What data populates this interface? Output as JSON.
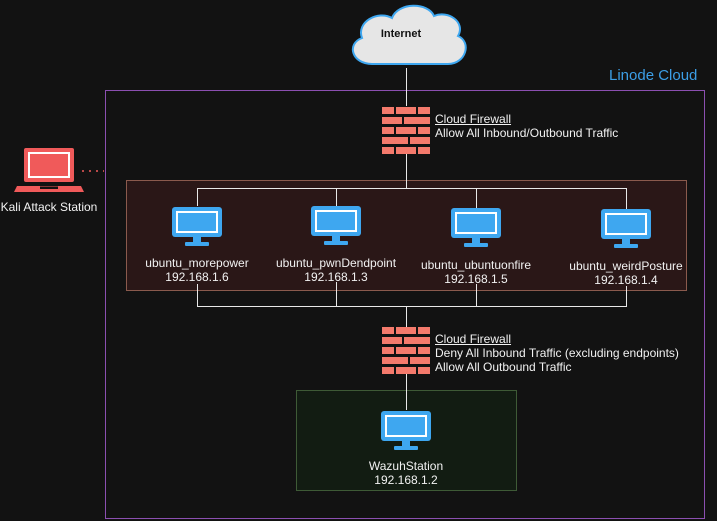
{
  "internet": {
    "label": "Internet"
  },
  "region": {
    "label": "Linode Cloud"
  },
  "attacker": {
    "label": "Kali Attack Station"
  },
  "firewall_top": {
    "title": "Cloud Firewall",
    "rules": [
      "Allow All Inbound/Outbound Traffic"
    ]
  },
  "firewall_bottom": {
    "title": "Cloud Firewall",
    "rules": [
      "Deny All Inbound Traffic (excluding endpoints)",
      "Allow All Outbound Traffic"
    ]
  },
  "endpoints": [
    {
      "name": "ubuntu_morepower",
      "ip": "192.168.1.6"
    },
    {
      "name": "ubuntu_pwnDendpoint",
      "ip": "192.168.1.3"
    },
    {
      "name": "ubuntu_ubuntuonfire",
      "ip": "192.168.1.5"
    },
    {
      "name": "ubuntu_weirdPosture",
      "ip": "192.168.1.4"
    }
  ],
  "server": {
    "name": "WazuhStation",
    "ip": "192.168.1.2"
  },
  "colors": {
    "background": "#121212",
    "region_border": "#8b4fb0",
    "endpoints_zone_fill": "#2a1717",
    "endpoints_zone_border": "#8a5a4d",
    "server_zone_fill": "#121c12",
    "server_zone_border": "#3e5a36",
    "monitor": "#3ea7f0",
    "laptop": "#f05a5a",
    "firewall": "#f47a6c",
    "accent_text": "#3c9ee6"
  }
}
